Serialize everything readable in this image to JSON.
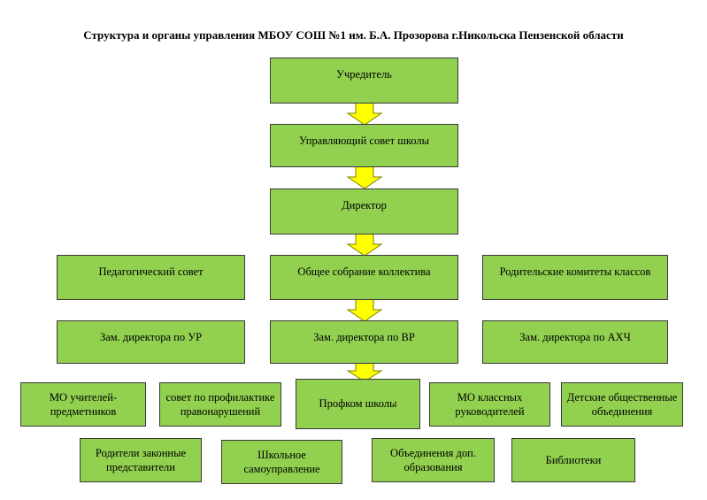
{
  "title": "Структура и органы управления МБОУ СОШ №1 им. Б.А. Прозорова г.Никольска Пензенской области",
  "colors": {
    "box_fill": "#92d050",
    "box_border": "#3a3a3a",
    "arrow_fill": "#ffff00",
    "arrow_stroke": "#7f7f00"
  },
  "nodes": {
    "founder": "Учредитель",
    "school_council": "Управляющий совет школы",
    "director": "Директор",
    "pedagogical_council": "Педагогический совет",
    "general_meeting": "Общее собрание коллектива",
    "parent_committees": "Родительские комитеты классов",
    "deputy_ur": "Зам. директора по УР",
    "deputy_vr": "Зам. директора по ВР",
    "deputy_ahch": "Зам. директора по АХЧ",
    "mo_subject_teachers": "МО учителей-предметников",
    "offense_prevention_council": "совет по профилактике правонарушений",
    "trade_union": "Профком школы",
    "mo_class_teachers": "МО классных руководителей",
    "children_associations": "Детские общественные объединения",
    "parents": "Родители законные представители",
    "student_self_government": "Школьное самоуправление",
    "extra_education": "Объединения доп. образования",
    "libraries": "Библиотеки"
  }
}
